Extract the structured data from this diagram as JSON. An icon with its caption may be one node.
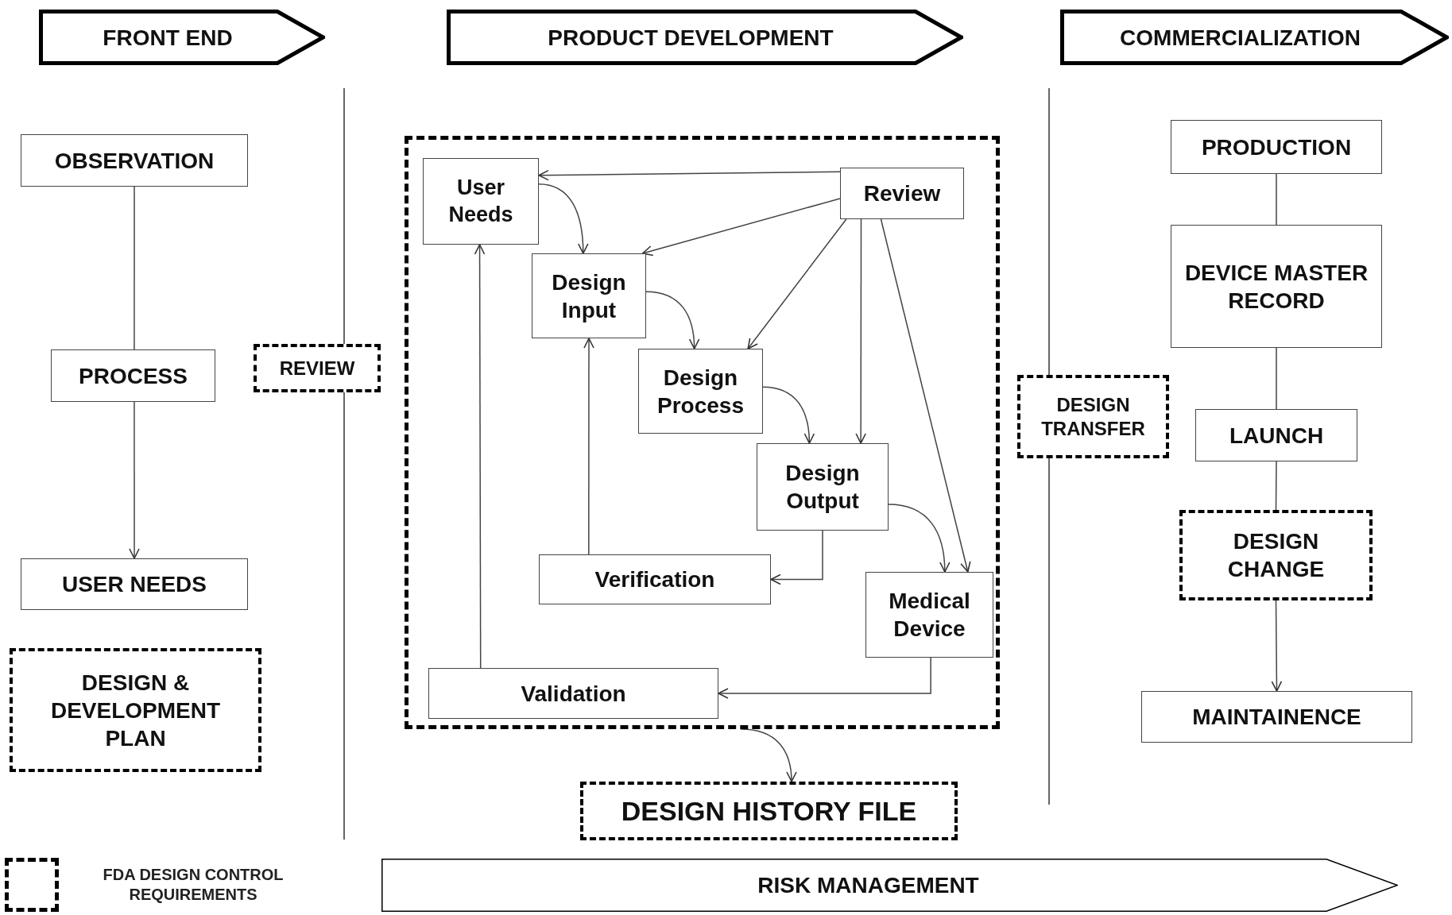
{
  "diagram": {
    "nodes": [
      {
        "text": [
          "FRONT END"
        ]
      },
      {
        "text": [
          "PRODUCT DEVELOPMENT"
        ]
      },
      {
        "text": [
          "COMMERCIALIZATION"
        ]
      },
      {
        "text": [
          "OBSERVATION"
        ]
      },
      {
        "text": [
          "PROCESS"
        ]
      },
      {
        "text": [
          "USER NEEDS"
        ]
      },
      {
        "text": [
          "DESIGN & DEVELOPMENT PLAN"
        ]
      },
      {
        "text": [
          "REVIEW"
        ]
      },
      {
        "text": [],
        "shape": "box"
      },
      {
        "text": [
          "User Needs"
        ],
        "in": 8
      },
      {
        "text": [
          "Review"
        ],
        "in": 8
      },
      {
        "text": [
          "Design Input"
        ],
        "in": 8
      },
      {
        "text": [
          "Design Process"
        ],
        "in": 8
      },
      {
        "text": [
          "Design Output"
        ],
        "in": 8
      },
      {
        "text": [
          "Verification"
        ],
        "in": 8
      },
      {
        "text": [
          "Medical Device"
        ],
        "in": 8
      },
      {
        "text": [
          "Validation"
        ],
        "in": 8
      },
      {
        "text": [
          "DESIGN HISTORY FILE"
        ]
      },
      {
        "text": [
          "DESIGN TRANSFER"
        ]
      },
      {
        "text": [
          "PRODUCTION"
        ]
      },
      {
        "text": [
          "DEVICE MASTER RECORD"
        ]
      },
      {
        "text": [
          "LAUNCH"
        ]
      },
      {
        "text": [
          "DESIGN CHANGE"
        ]
      },
      {
        "text": [
          "MAINTAINENCE"
        ]
      },
      {
        "text": [
          "RISK MANAGEMENT"
        ]
      }
    ],
    "edges": [
      {
        "from": 3,
        "to": 4,
        "arrow": "none"
      },
      {
        "from": 4,
        "to": 5,
        "arrow": "to"
      },
      {
        "from": 10,
        "to": 9,
        "arrow": "to"
      },
      {
        "from": 10,
        "to": 11,
        "arrow": "to"
      },
      {
        "from": 10,
        "to": 12,
        "arrow": "to"
      },
      {
        "from": 10,
        "to": 13,
        "arrow": "to"
      },
      {
        "from": 10,
        "to": 15,
        "arrow": "to"
      },
      {
        "from": 9,
        "to": 11,
        "arrow": "to"
      },
      {
        "from": 11,
        "to": 12,
        "arrow": "to"
      },
      {
        "from": 12,
        "to": 13,
        "arrow": "to"
      },
      {
        "from": 13,
        "to": 15,
        "arrow": "to"
      },
      {
        "from": 13,
        "to": 14,
        "arrow": "to"
      },
      {
        "from": 14,
        "to": 11,
        "arrow": "to"
      },
      {
        "from": 15,
        "to": 16,
        "arrow": "to"
      },
      {
        "from": 16,
        "to": 9,
        "arrow": "to"
      },
      {
        "from": 8,
        "to": 17,
        "arrow": "to"
      },
      {
        "from": 19,
        "to": 20,
        "arrow": "none"
      },
      {
        "from": 20,
        "to": 21,
        "arrow": "none"
      },
      {
        "from": 21,
        "to": 22,
        "arrow": "none"
      },
      {
        "from": 22,
        "to": 23,
        "arrow": "to"
      }
    ],
    "legend": [
      {
        "text": "FDA DESIGN CONTROL REQUIREMENTS"
      }
    ]
  }
}
